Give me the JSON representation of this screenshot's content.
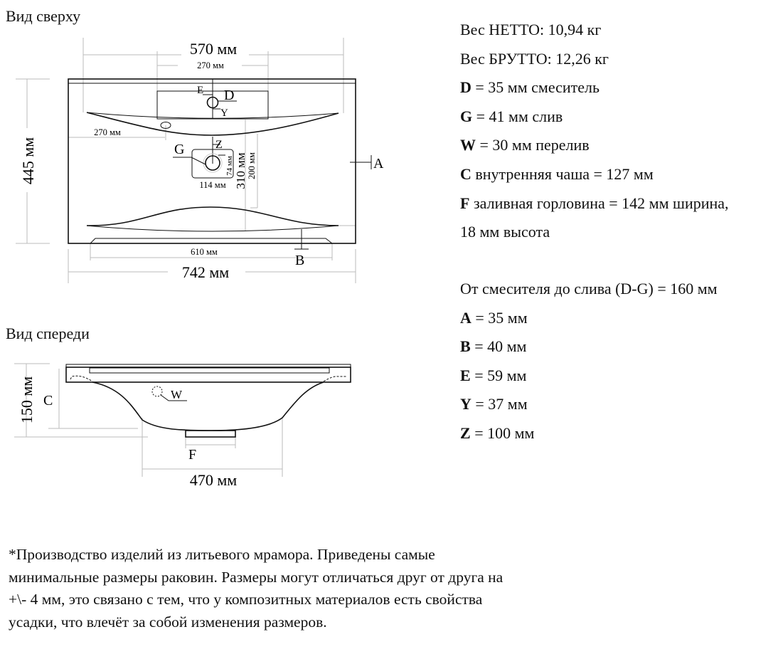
{
  "headings": {
    "top_view": "Вид сверху",
    "front_view": "Вид спереди"
  },
  "top_view": {
    "width_570": "570 мм",
    "deck_270": "270 мм",
    "left_270": "270 мм",
    "depth_445": "445 мм",
    "dim_310": "310 мм",
    "dim_200": "200 мм",
    "dim_74": "74 мм",
    "dim_114": "114 мм",
    "dim_610": "610 мм",
    "width_742": "742 мм",
    "label_E": "E",
    "label_D": "D",
    "label_Y": "Y",
    "label_G": "G",
    "label_Z": "Z",
    "label_A": "A",
    "label_B": "B"
  },
  "front_view": {
    "height_150": "150 мм",
    "label_C": "C",
    "label_W": "W",
    "label_F": "F",
    "width_470": "470 мм"
  },
  "specs": [
    {
      "key": "",
      "text": "Вес НЕТТО: 10,94 кг"
    },
    {
      "key": "",
      "text": "Вес БРУТТО: 12,26 кг"
    },
    {
      "key": "D",
      "text": " = 35 мм смеситель"
    },
    {
      "key": "G",
      "text": " = 41 мм слив"
    },
    {
      "key": "W",
      "text": " = 30 мм перелив"
    },
    {
      "key": "C",
      "text": " внутренняя чаша = 127 мм"
    },
    {
      "key": "F",
      "text": " заливная горловина = 142 мм ширина,"
    },
    {
      "key": "",
      "text": "18 мм высота"
    }
  ],
  "specs2": [
    {
      "key": "",
      "text": "От смесителя до слива (D-G) = 160 мм"
    },
    {
      "key": "A",
      "text": " = 35 мм"
    },
    {
      "key": "B",
      "text": " = 40 мм"
    },
    {
      "key": "E",
      "text": " = 59 мм"
    },
    {
      "key": "Y",
      "text": " = 37 мм"
    },
    {
      "key": "Z",
      "text": " = 100 мм"
    }
  ],
  "footnote": "*Производство изделий из литьевого мрамора. Приведены самые минимальные размеры раковин. Размеры могут отличаться друг от друга на +\\- 4 мм, это связано с тем, что у композитных материалов есть свойства усадки, что влечёт за собой изменения размеров."
}
